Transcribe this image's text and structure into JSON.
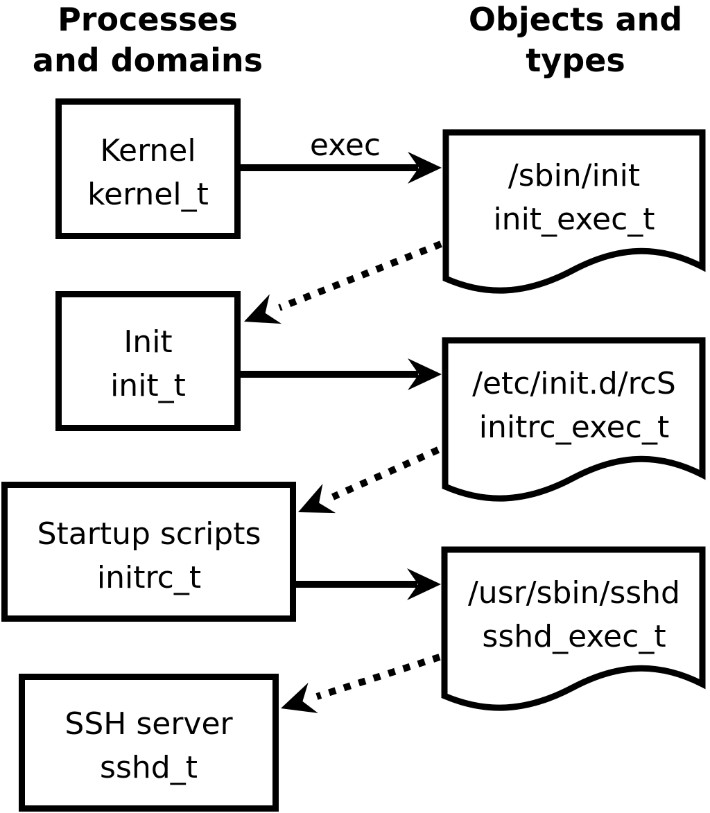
{
  "diagram": {
    "columns": {
      "left": {
        "heading_line1": "Processes",
        "heading_line2": "and domains"
      },
      "right": {
        "heading_line1": "Objects and",
        "heading_line2": "types"
      }
    },
    "process_nodes": [
      {
        "label": "Kernel",
        "domain": "kernel_t"
      },
      {
        "label": "Init",
        "domain": "init_t"
      },
      {
        "label": "Startup scripts",
        "domain": "initrc_t"
      },
      {
        "label": "SSH server",
        "domain": "sshd_t"
      }
    ],
    "object_nodes": [
      {
        "label": "/sbin/init",
        "type": "init_exec_t"
      },
      {
        "label": "/etc/init.d/rcS",
        "type": "initrc_exec_t"
      },
      {
        "label": "/usr/sbin/sshd",
        "type": "sshd_exec_t"
      }
    ],
    "edges": {
      "exec_label": "exec",
      "solid": [
        {
          "from": "kernel_t",
          "to": "init_exec_t"
        },
        {
          "from": "init_t",
          "to": "initrc_exec_t"
        },
        {
          "from": "initrc_t",
          "to": "sshd_exec_t"
        }
      ],
      "dotted": [
        {
          "from": "init_exec_t",
          "to": "init_t"
        },
        {
          "from": "initrc_exec_t",
          "to": "initrc_t"
        },
        {
          "from": "sshd_exec_t",
          "to": "sshd_t"
        }
      ]
    },
    "colors": {
      "stroke": "#000000",
      "fill": "#ffffff",
      "background": "#ffffff"
    }
  }
}
